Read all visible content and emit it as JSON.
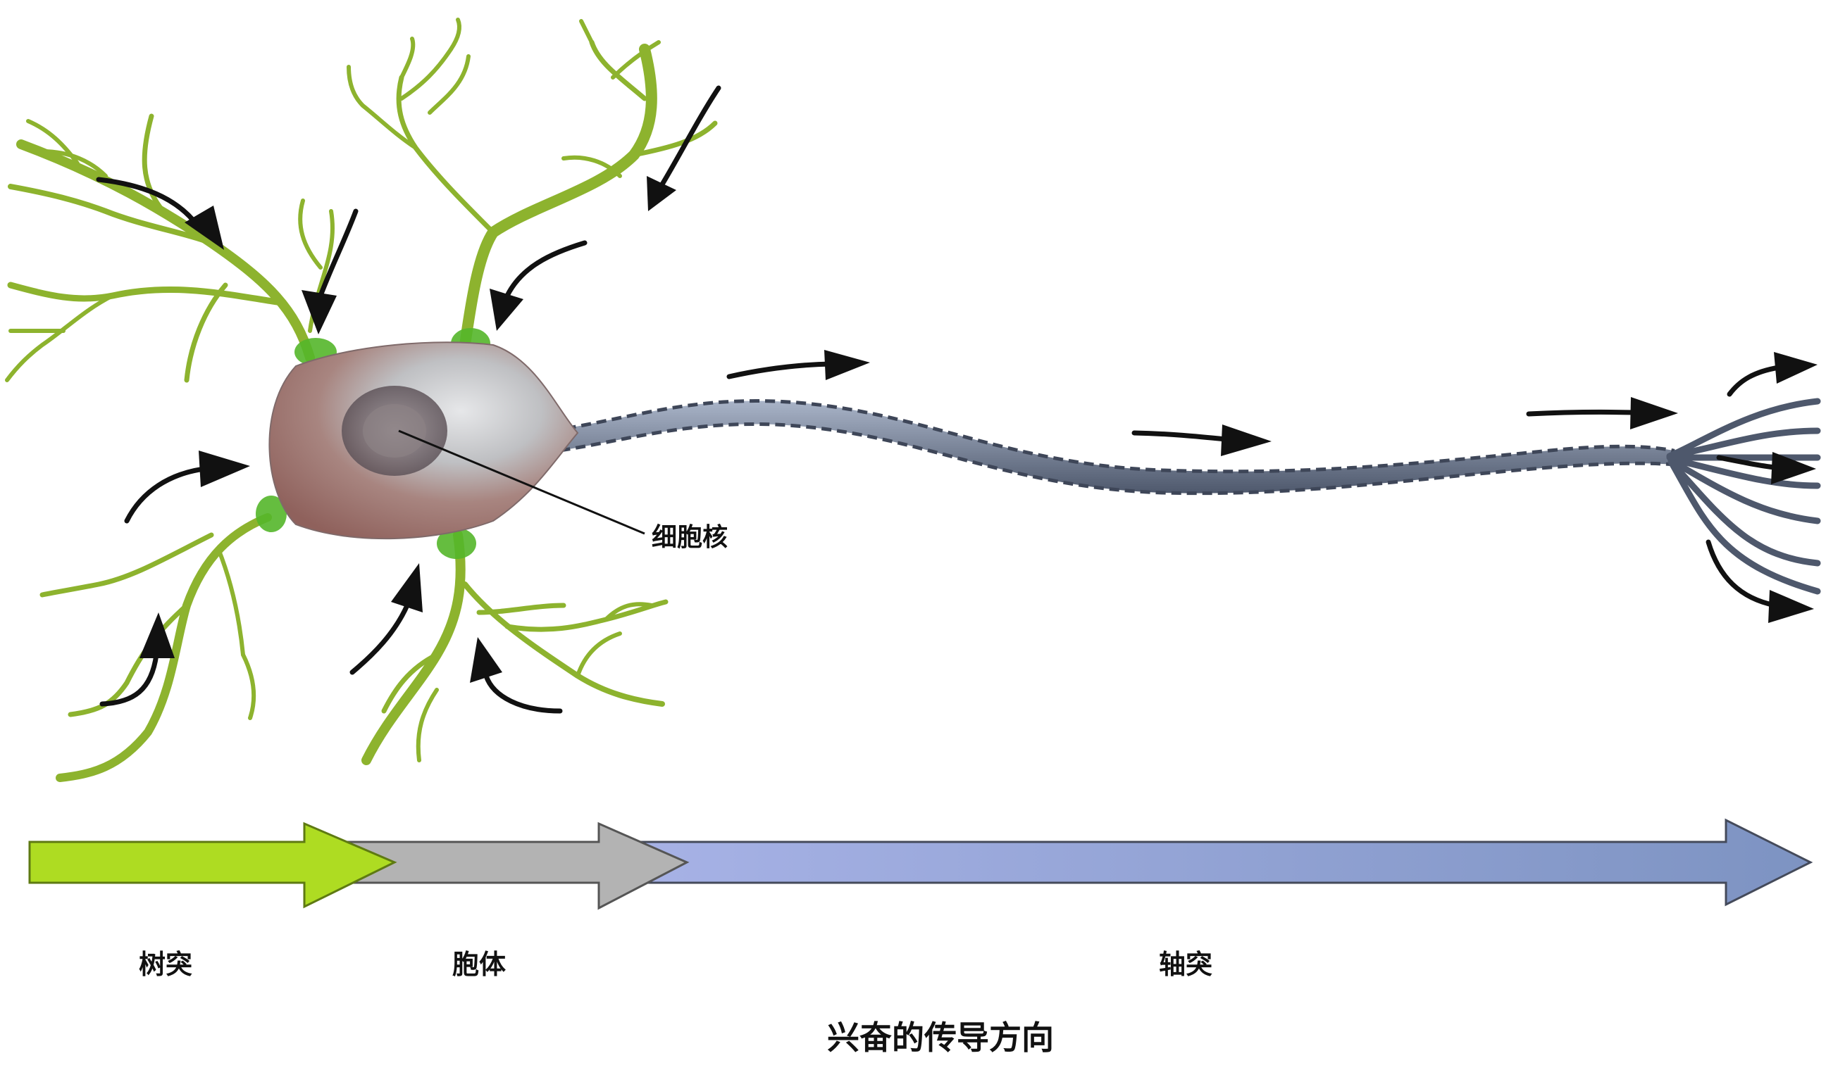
{
  "labels": {
    "nucleus": "细胞核",
    "dendrite": "树突",
    "soma": "胞体",
    "axon": "轴突",
    "caption": "兴奋的传导方向"
  },
  "colors": {
    "dendrite": "#8DB32E",
    "dendrite_base": "#54B62A",
    "soma": "#9A6C66",
    "soma_light": "#D6D8DA",
    "axon": "#7E8CA6",
    "axon_dark": "#3E4658",
    "band_dendrite": "#AEDC22",
    "band_soma": "#B3B3B3",
    "band_axon": "#8FA3D3",
    "arrow": "#111111"
  },
  "icons": [
    "signal-arrow-icon"
  ]
}
